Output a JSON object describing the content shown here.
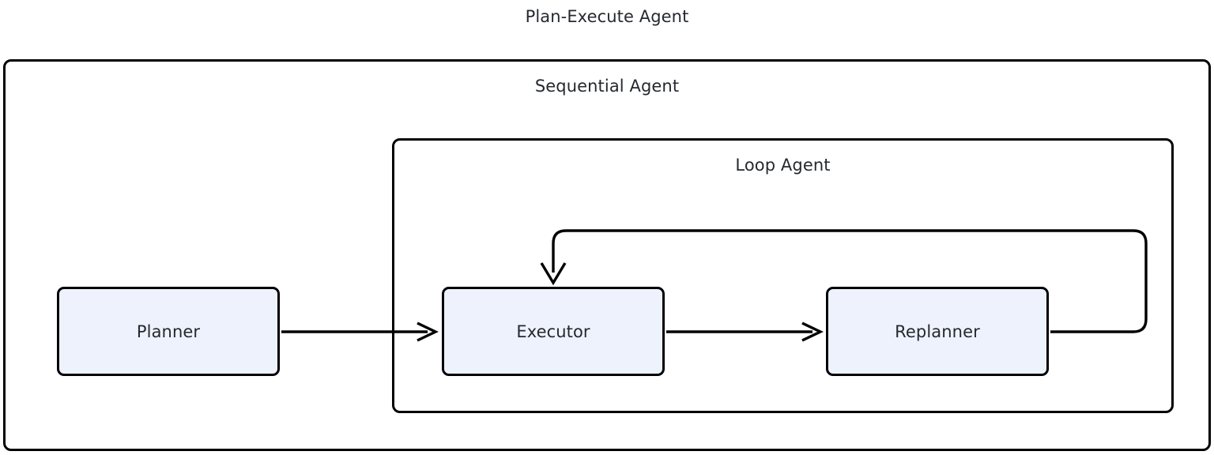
{
  "diagram": {
    "title": "Plan-Execute Agent",
    "type": "flowchart",
    "background_color": "#ffffff",
    "stroke_color": "#000000",
    "node_fill_color": "#eef2fc",
    "text_color": "#25292e",
    "groups": [
      {
        "id": "sequential",
        "label": "Sequential Agent",
        "contains": [
          "planner",
          "loop"
        ]
      },
      {
        "id": "loop",
        "label": "Loop Agent",
        "contains": [
          "executor",
          "replanner"
        ]
      }
    ],
    "nodes": [
      {
        "id": "planner",
        "label": "Planner",
        "group": "sequential"
      },
      {
        "id": "executor",
        "label": "Executor",
        "group": "loop"
      },
      {
        "id": "replanner",
        "label": "Replanner",
        "group": "loop"
      }
    ],
    "edges": [
      {
        "id": "planner-to-executor",
        "from": "planner",
        "to": "executor",
        "label": "",
        "direction": "right"
      },
      {
        "id": "executor-to-replanner",
        "from": "executor",
        "to": "replanner",
        "label": "",
        "direction": "right"
      },
      {
        "id": "replanner-to-executor",
        "from": "replanner",
        "to": "executor",
        "label": "",
        "direction": "loop-back"
      }
    ]
  }
}
